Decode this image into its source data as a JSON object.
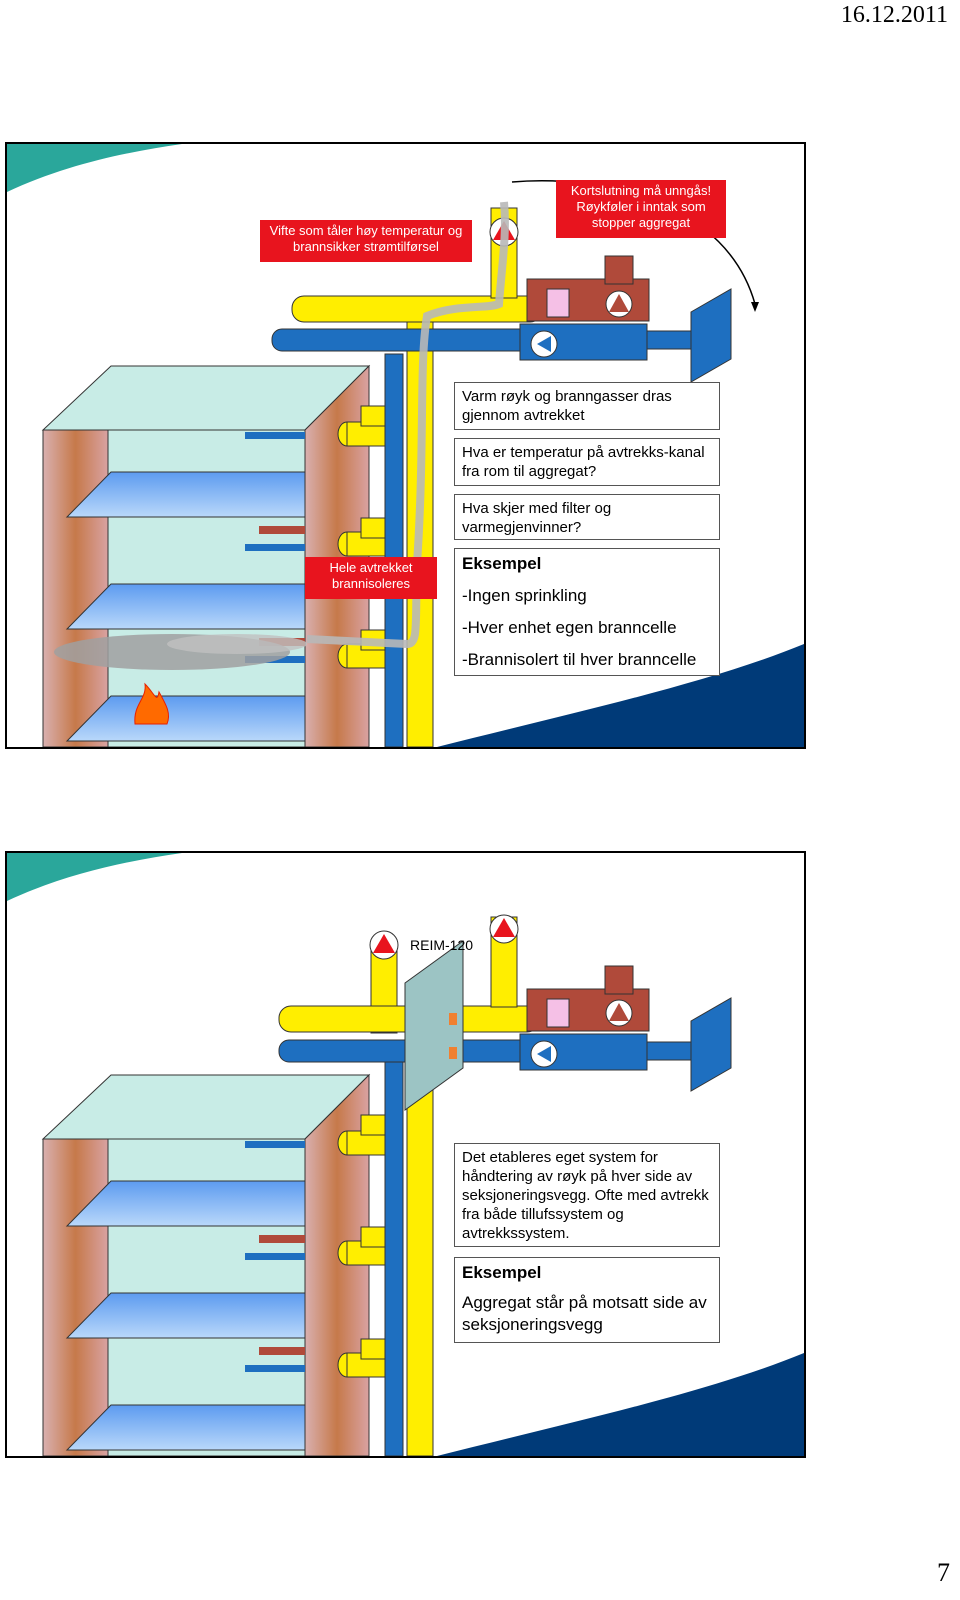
{
  "header": {
    "date": "16.12.2011"
  },
  "footer": {
    "page_number": "7"
  },
  "slide1": {
    "fan_label": "Vifte som tåler høy temperatur og brannsikker strømtilførsel",
    "shortcircuit_label": "Kortslutning må unngås! Røykføler i inntak som stopper aggregat",
    "insulated_label": "Hele avtrekket brannisoleres",
    "box1": "Varm røyk og branngasser dras gjennom avtrekket",
    "box2": "Hva er temperatur på avtrekks-kanal fra rom til aggregat?",
    "box3": "Hva skjer med filter og varmegjenvinner?",
    "example": {
      "heading": "Eksempel",
      "items": [
        "-Ingen sprinkling",
        "-Hver enhet egen branncelle",
        "-Brannisolert til hver branncelle"
      ]
    }
  },
  "slide2": {
    "wall_label": "REIM-120",
    "box1": "Det etableres eget system for håndtering av røyk på hver side av seksjoneringsvegg. Ofte med avtrekk fra både tillufssystem og avtrekkssystem.",
    "example": {
      "heading": "Eksempel",
      "text": "Aggregat står på motsatt side av seksjoneringsvegg"
    }
  },
  "colors": {
    "supply_duct": "#1e6fc0",
    "exhaust_duct": "#ffee00",
    "label_red": "#e8141e",
    "teal_accent": "#2aa79b",
    "navy_accent": "#003a78",
    "building_wall": "#c87a4a",
    "building_roof": "#c8ece6"
  }
}
